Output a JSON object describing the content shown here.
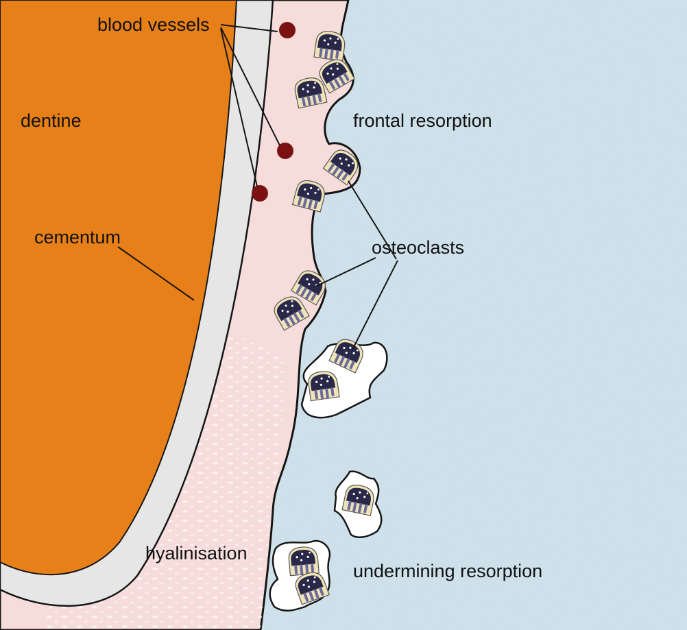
{
  "labels": {
    "blood_vessels": "blood vessels",
    "dentine": "dentine",
    "frontal_resorption": "frontal resorption",
    "cementum": "cementum",
    "osteoclasts": "osteoclasts",
    "hyalinisation": "hyalinisation",
    "undermining_resorption": "undermining resorption"
  },
  "colors": {
    "dentine": "#e8801a",
    "cementum": "#e6e6e6",
    "ligament": "#f7dcdc",
    "bone": "#c9dde8",
    "blood_vessel": "#7a1212",
    "osteoclast_body": "#2a2848",
    "osteoclast_rim": "#efe3b8",
    "lacuna": "#ffffff"
  }
}
